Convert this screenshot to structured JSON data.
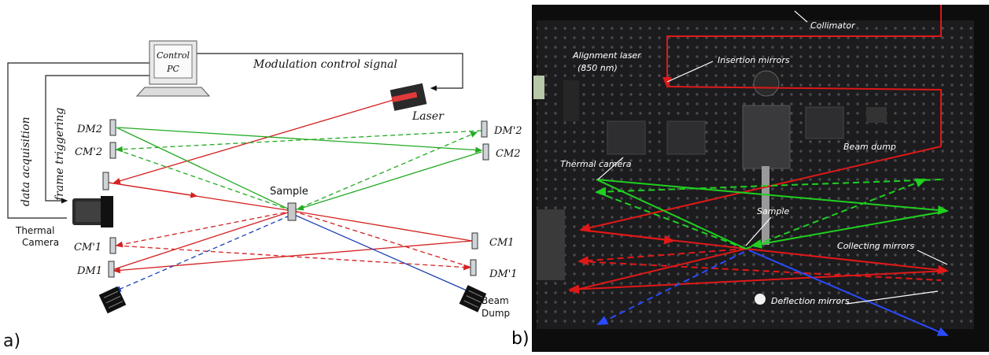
{
  "panel_a": {
    "tag": "a)",
    "pc": {
      "line1": "Control",
      "line2": "PC"
    },
    "modulation": "Modulation control signal",
    "data_acquisition": "data acquisition",
    "frame_triggering": "frame triggering",
    "laser": "Laser",
    "sample": "Sample",
    "thermal_camera": {
      "line1": "Thermal",
      "line2": "Camera"
    },
    "beam_dump": {
      "line1": "Beam",
      "line2": "Dump"
    },
    "mirrors": {
      "dm2": "DM2",
      "cm2p": "CM'2",
      "dm2p": "DM'2",
      "cm2": "CM2",
      "cm1p": "CM'1",
      "dm1": "DM1",
      "cm1": "CM1",
      "dm1p": "DM'1"
    },
    "colors": {
      "red": "#d42020",
      "green": "#22aa22",
      "blue": "#1a3fb0"
    }
  },
  "panel_b": {
    "tag": "b)",
    "labels": {
      "collimator": "Collimator",
      "alignment_laser": "Alignment laser",
      "wavelength": "(850 nm)",
      "insertion_mirrors": "Insertion mirrors",
      "beam_dump": "Beam dump",
      "thermal_camera": "Thermal camera",
      "sample": "Sample",
      "collecting_mirrors": "Collecting mirrors",
      "deflection_mirrors": "Deflection mirrors"
    }
  }
}
